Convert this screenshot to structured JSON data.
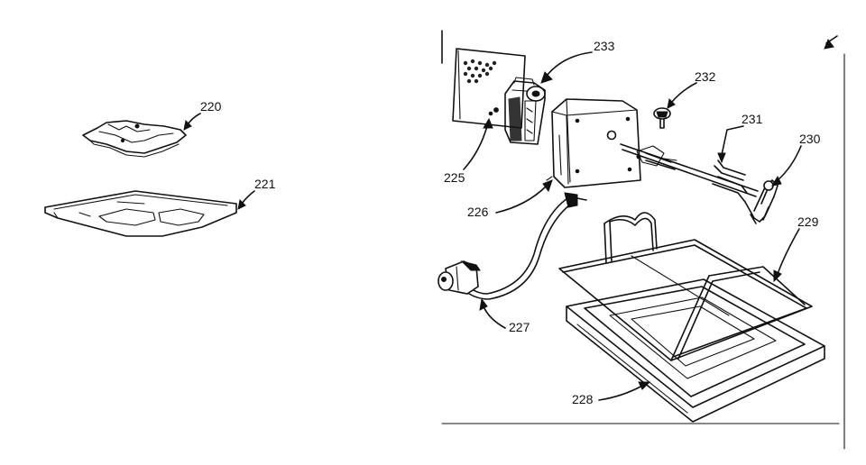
{
  "diagram": {
    "part_labels": {
      "p220": "220",
      "p221": "221",
      "p225": "225",
      "p226": "226",
      "p227": "227",
      "p228": "228",
      "p229": "229",
      "p230": "230",
      "p231": "231",
      "p232": "232",
      "p233": "233"
    },
    "ink_color": "#111111",
    "background_color": "#ffffff"
  }
}
